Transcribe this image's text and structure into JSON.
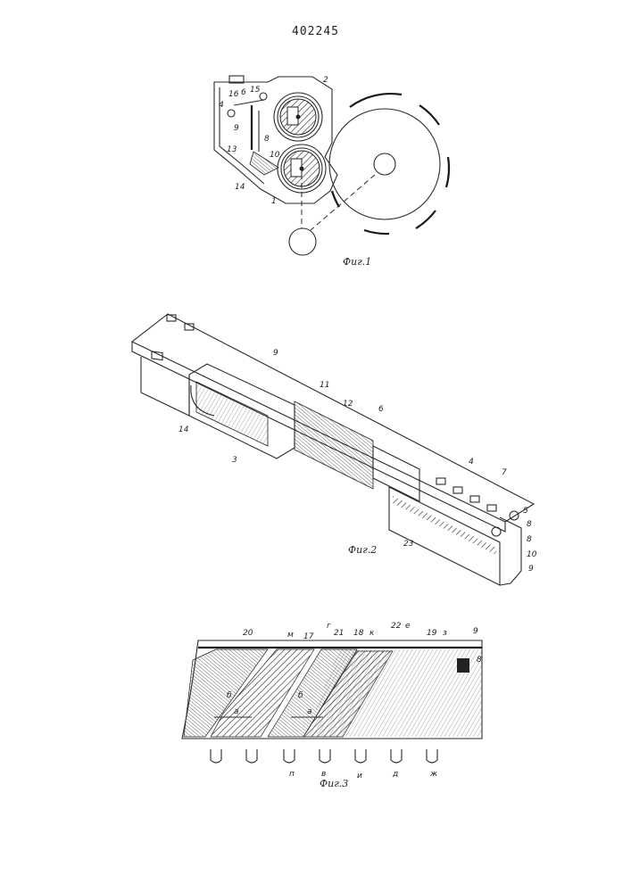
{
  "page_number": "402245",
  "figures": {
    "fig1": {
      "caption": "Фиг.1",
      "labels": [
        "2",
        "16",
        "6",
        "15",
        "4",
        "9",
        "8",
        "13",
        "10",
        "14",
        "1"
      ]
    },
    "fig2": {
      "caption": "Фиг.2",
      "labels": [
        "9",
        "11",
        "12",
        "6",
        "14",
        "3",
        "4",
        "7",
        "5",
        "8",
        "8",
        "10",
        "9",
        "23"
      ]
    },
    "fig3": {
      "caption": "Фиг.3",
      "labels": [
        "20",
        "м",
        "17",
        "г",
        "21",
        "18",
        "к",
        "22",
        "е",
        "19",
        "з",
        "9",
        "8",
        "б",
        "а",
        "б",
        "а"
      ],
      "arrow_labels": [
        "п",
        "в",
        "и",
        "д",
        "ж"
      ]
    }
  }
}
